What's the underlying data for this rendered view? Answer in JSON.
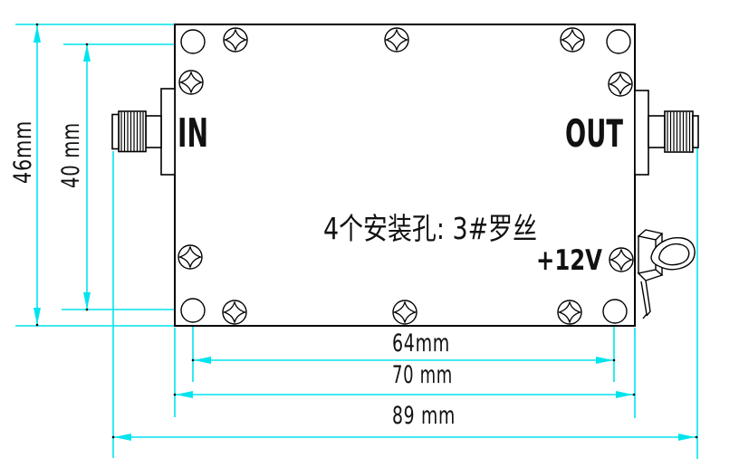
{
  "module": {
    "in_label": "IN",
    "out_label": "OUT",
    "power_label": "+12V",
    "mounting_note": "4个安装孔: 3#罗丝"
  },
  "dimensions": {
    "overall_height": "46mm",
    "hole_spacing_height": "40 mm",
    "hole_spacing_width": "64mm",
    "body_width": "70 mm",
    "overall_width": "89 mm"
  },
  "icons": {
    "screw": "phillips-screw-icon",
    "hole": "mounting-hole",
    "terminal": "feedthrough-terminal-with-wire-loop"
  },
  "colors": {
    "dimension_line": "#00e4ee",
    "drawing_line": "#000000",
    "background": "#ffffff"
  }
}
